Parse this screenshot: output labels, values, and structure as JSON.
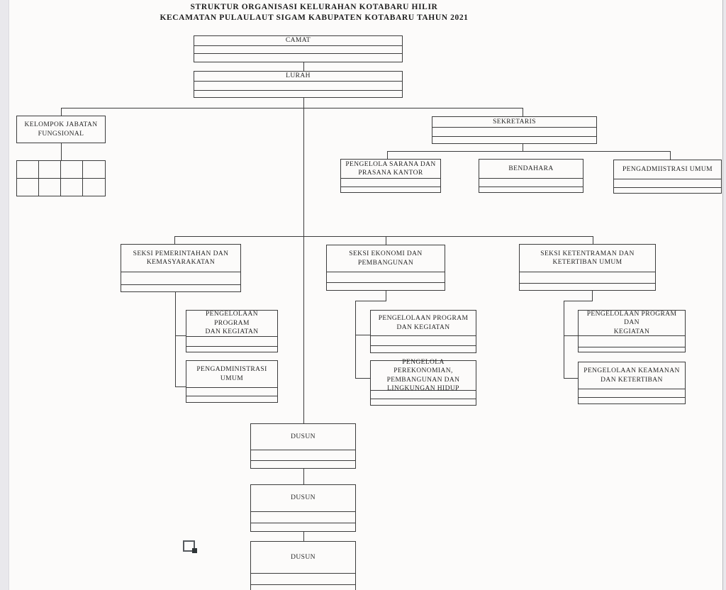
{
  "title": {
    "line1": "STRUKTUR ORGANISASI KELURAHAN KOTABARU HILIR",
    "line2": "KECAMATAN PULAULAUT SIGAM KABUPATEN KOTABARU TAHUN 2021"
  },
  "boxes": {
    "camat": "CAMAT",
    "lurah": "LURAH",
    "kelompok_jabatan": "KELOMPOK JABATAN\nFUNGSIONAL",
    "sekretaris": "SEKRETARIS",
    "pengelola_sarana": "PENGELOLA SARANA DAN\nPRASANA KANTOR",
    "bendahara": "BENDAHARA",
    "pengadmiistrasi_umum": "PENGADMIISTRASI UMUM",
    "seksi_pemerintahan": "SEKSI PEMERINTAHAN DAN\nKEMASYARAKATAN",
    "seksi_ekonomi": "SEKSI EKONOMI DAN\nPEMBANGUNAN",
    "seksi_ketentraman": "SEKSI KETENTRAMAN DAN\nKETERTIBAN UMUM",
    "pengelolaan_program_1": "PENGELOLAAN PROGRAM\nDAN KEGIATAN",
    "pengadministrasi_umum": "PENGADMINISTRASI\nUMUM",
    "pengelolaan_program_2": "PENGELOLAAN PROGRAM\nDAN KEGIATAN",
    "pengelola_perekonomian": "PENGELOLA PEREKONOMIAN,\nPEMBANGUNAN DAN\nLINGKUNGAN HIDUP",
    "pengelolaan_program_3": "PENGELOLAAN PROGRAM DAN\nKEGIATAN",
    "pengelolaan_keamanan": "PENGELOLAAN KEAMANAN\nDAN KETERTIBAN",
    "dusun_1": "DUSUN",
    "dusun_2": "DUSUN",
    "dusun_3": "DUSUN"
  },
  "colors": {
    "line": "#3c3c3c",
    "page": "#fcfbfa",
    "margin_strip": "#e9e8ec",
    "text": "#242424"
  }
}
